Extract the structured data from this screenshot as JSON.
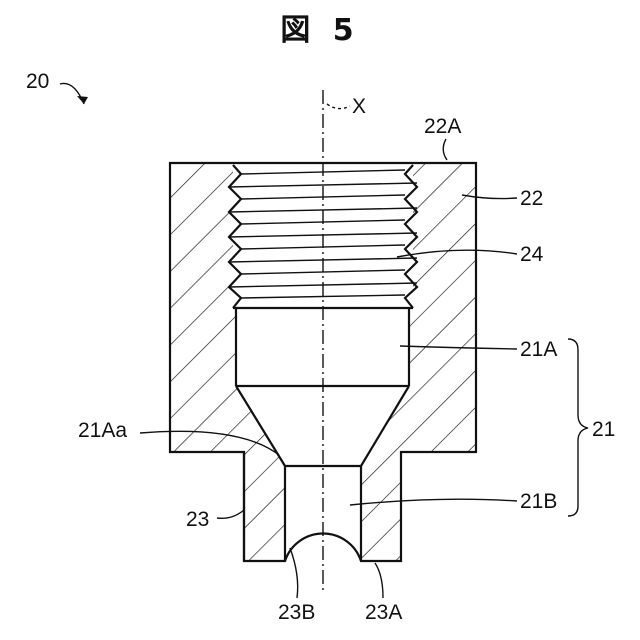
{
  "figure_title": "図 5",
  "axis_label": "X",
  "labels": {
    "assembly": "20",
    "top_face": "22A",
    "body": "22",
    "thread": "24",
    "upper_bore": "21A",
    "group": "21",
    "edge": "21Aa",
    "lower_bore": "21B",
    "tip": "23",
    "notch": "23B",
    "tip_face": "23A"
  },
  "colors": {
    "line": "#111111",
    "background": "#ffffff"
  }
}
